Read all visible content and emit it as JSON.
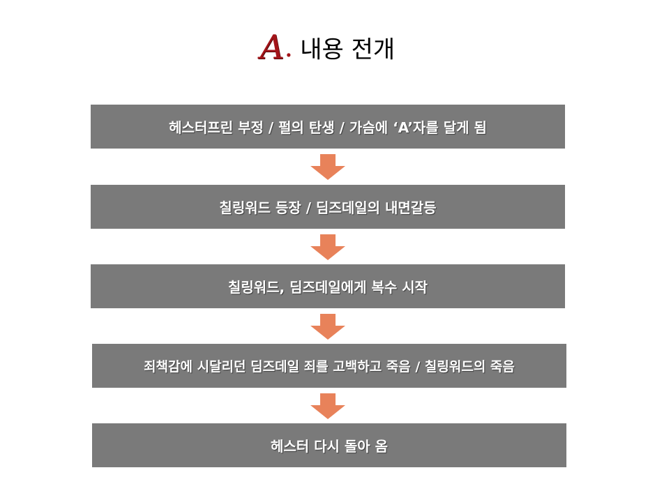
{
  "title": {
    "letter": "A",
    "dot": ".",
    "text": "내용 전개"
  },
  "steps": [
    "헤스터프린 부정 / 펄의 탄생 / 가슴에 ‘A’자를 달게 됨",
    "칠링워드 등장 / 딤즈데일의 내면갈등",
    "칠링워드, 딤즈데일에게 복수 시작",
    "죄책감에 시달리던 딤즈데일 죄를 고백하고 죽음 / 칠링워드의 죽음",
    "헤스터 다시 돌아 옴"
  ],
  "colors": {
    "box": "#7a7a7a",
    "arrow": "#e8825a",
    "title_letter": "#a31419"
  }
}
